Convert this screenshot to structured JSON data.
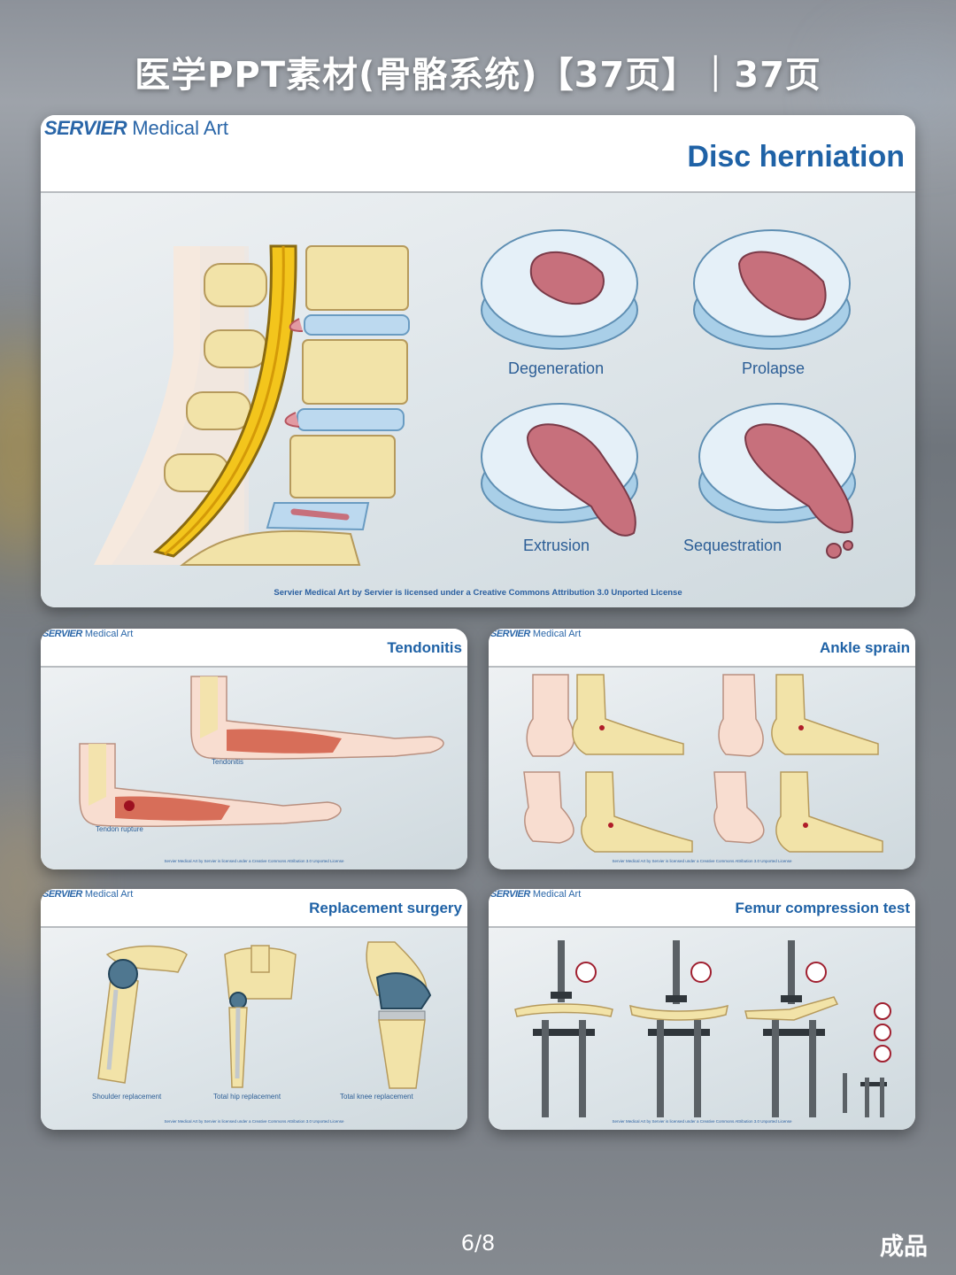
{
  "page": {
    "title": "医学PPT素材(骨骼系统)【37页】｜37页",
    "pager": "6/8",
    "done_label": "成品"
  },
  "brand": {
    "bold": "SERVIER",
    "rest": " Medical Art"
  },
  "license": "Servier Medical Art by Servier is licensed under a Creative Commons Attribution 3.0 Unported License",
  "slides": {
    "disc": {
      "title": "Disc herniation",
      "captions": [
        "Degeneration",
        "Prolapse",
        "Extrusion",
        "Sequestration"
      ]
    },
    "tendonitis": {
      "title": "Tendonitis",
      "captions": [
        "Tendonitis",
        "Tendon rupture"
      ]
    },
    "ankle": {
      "title": "Ankle sprain"
    },
    "replacement": {
      "title": "Replacement surgery",
      "captions": [
        "Shoulder replacement",
        "Total hip replacement",
        "Total knee replacement"
      ]
    },
    "femur": {
      "title": "Femur compression test"
    }
  },
  "colors": {
    "brand_blue": "#2a66a8",
    "title_blue": "#1f62a6",
    "bone": "#f2e3a8",
    "spinal_cord": "#f3c51c",
    "disc_blue": "#bcd9ef",
    "nucleus": "#c7707c"
  }
}
